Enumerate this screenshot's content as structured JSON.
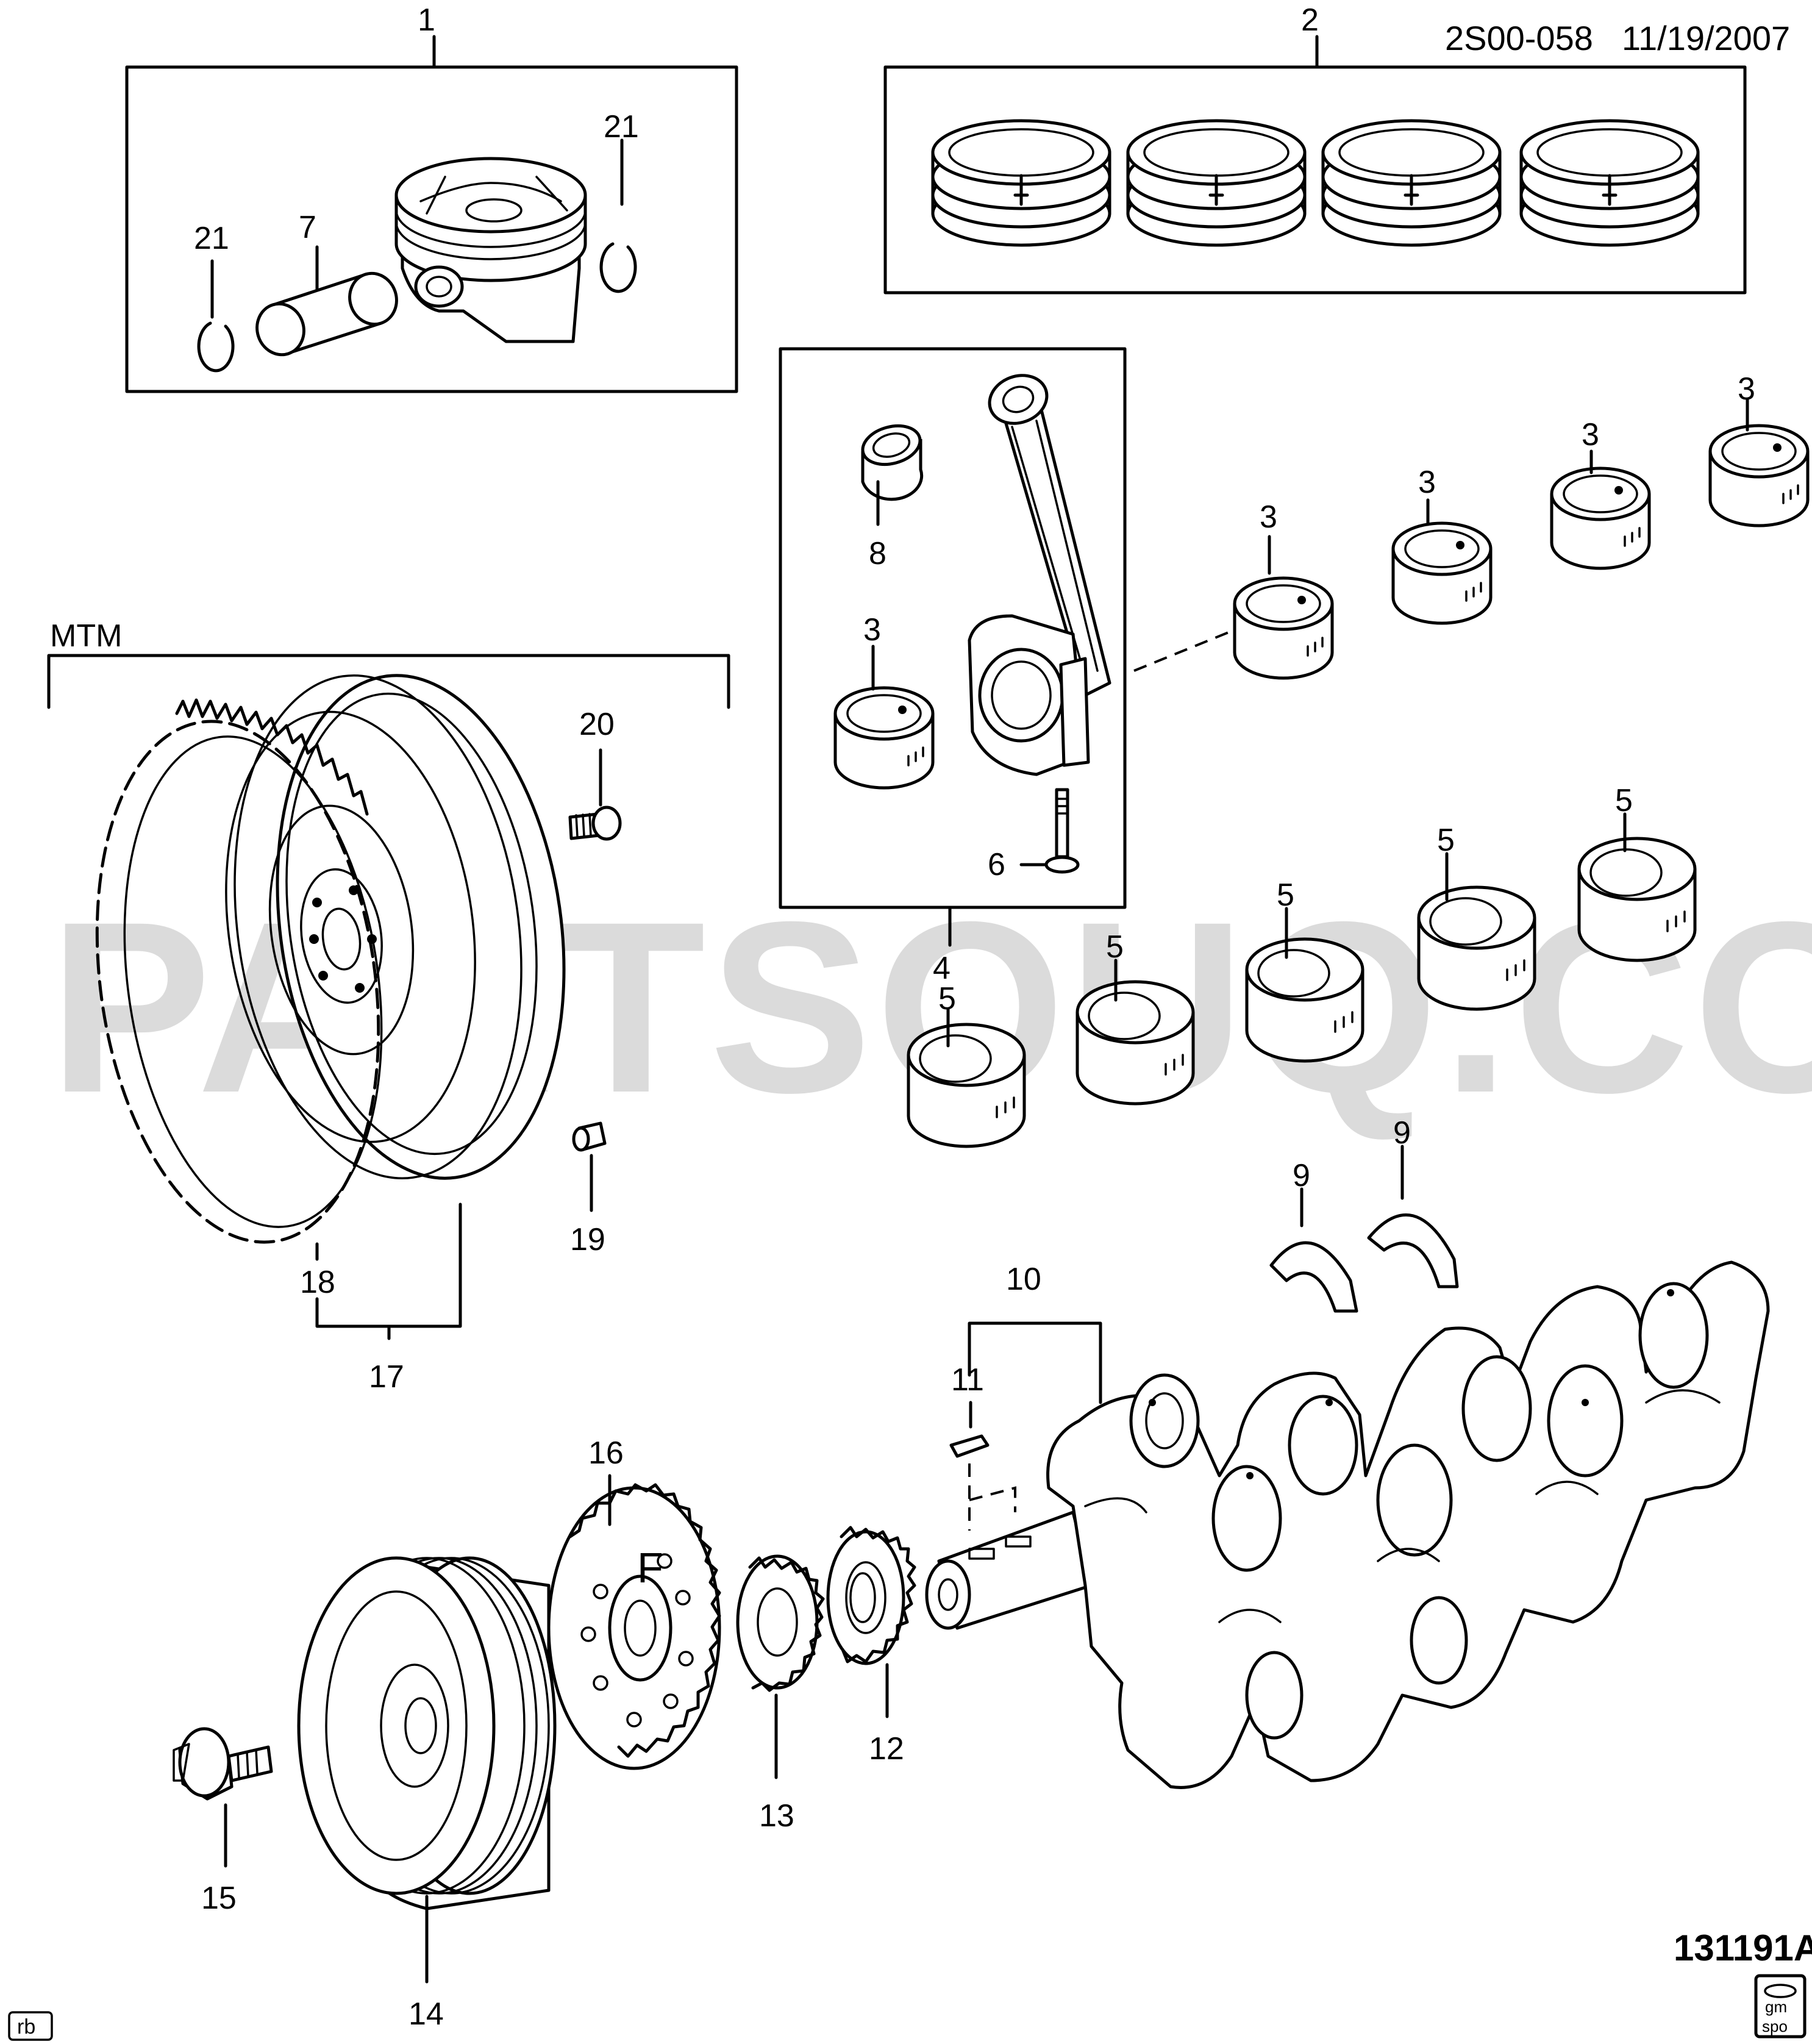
{
  "header": {
    "diagram_code": "2S00-058",
    "date": "11/19/2007"
  },
  "footer": {
    "figure_number": "131191A",
    "initials": "rb",
    "logo_line1": "gm",
    "logo_line2": "spo"
  },
  "watermark": "PARTSOUQ.COM",
  "group_labels": {
    "mtm": "MTM"
  },
  "callouts": {
    "c1": "1",
    "c2": "2",
    "c3": "3",
    "c4": "4",
    "c5": "5",
    "c6": "6",
    "c7": "7",
    "c8": "8",
    "c9": "9",
    "c10": "10",
    "c11": "11",
    "c12": "12",
    "c13": "13",
    "c14": "14",
    "c15": "15",
    "c16": "16",
    "c17": "17",
    "c18": "18",
    "c19": "19",
    "c20": "20",
    "c21": "21"
  },
  "sprocket_mark": "F",
  "colors": {
    "line": "#000000",
    "background": "#ffffff",
    "watermark": "#bdbdbd"
  }
}
